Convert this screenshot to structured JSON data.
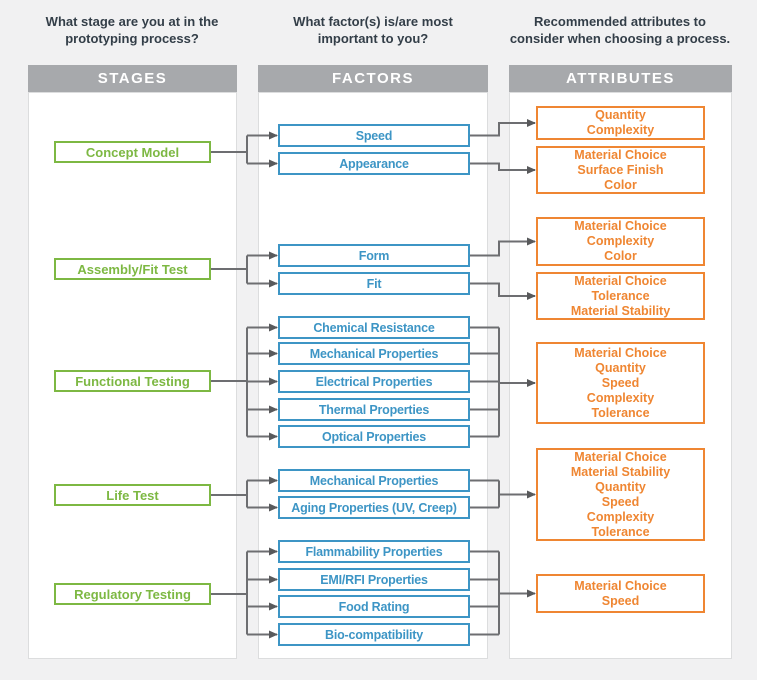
{
  "questions": [
    "What stage are you at in the\nprototyping process?",
    "What factor(s) is/are most\nimportant to you?",
    "Recommended attributes to\nconsider when choosing a process."
  ],
  "columns": [
    {
      "header": "STAGES"
    },
    {
      "header": "FACTORS"
    },
    {
      "header": "ATTRIBUTES"
    }
  ],
  "groups": [
    {
      "stage": "Concept Model",
      "factors": [
        "Speed",
        "Appearance"
      ],
      "attributes": [
        [
          "Quantity",
          "Complexity"
        ],
        [
          "Material Choice",
          "Surface Finish",
          "Color"
        ]
      ],
      "mapping": "one-to-one"
    },
    {
      "stage": "Assembly/Fit Test",
      "factors": [
        "Form",
        "Fit"
      ],
      "attributes": [
        [
          "Material Choice",
          "Complexity",
          "Color"
        ],
        [
          "Material Choice",
          "Tolerance",
          "Material Stability"
        ]
      ],
      "mapping": "one-to-one"
    },
    {
      "stage": "Functional Testing",
      "factors": [
        "Chemical Resistance",
        "Mechanical Properties",
        "Electrical Properties",
        "Thermal Properties",
        "Optical Properties"
      ],
      "attributes": [
        [
          "Material Choice",
          "Quantity",
          "Speed",
          "Complexity",
          "Tolerance"
        ]
      ],
      "mapping": "many-to-one"
    },
    {
      "stage": "Life Test",
      "factors": [
        "Mechanical Properties",
        "Aging Properties (UV, Creep)"
      ],
      "attributes": [
        [
          "Material Choice",
          "Material Stability",
          "Quantity",
          "Speed",
          "Complexity",
          "Tolerance"
        ]
      ],
      "mapping": "many-to-one"
    },
    {
      "stage": "Regulatory Testing",
      "factors": [
        "Flammability Properties",
        "EMI/RFI Properties",
        "Food Rating",
        "Bio-compatibility"
      ],
      "attributes": [
        [
          "Material Choice",
          "Speed"
        ]
      ],
      "mapping": "many-to-one"
    }
  ],
  "colors": {
    "stage_green": "#7db843",
    "factor_blue": "#3d95c5",
    "attribute_orange": "#ef8632",
    "header_gray": "#a7a9ac",
    "connector_gray": "#6d6e71",
    "arrowhead_gray": "#58595b",
    "question_text": "#333e48",
    "page_bg": "#f1f1f2",
    "panel_bg": "#ffffff"
  }
}
